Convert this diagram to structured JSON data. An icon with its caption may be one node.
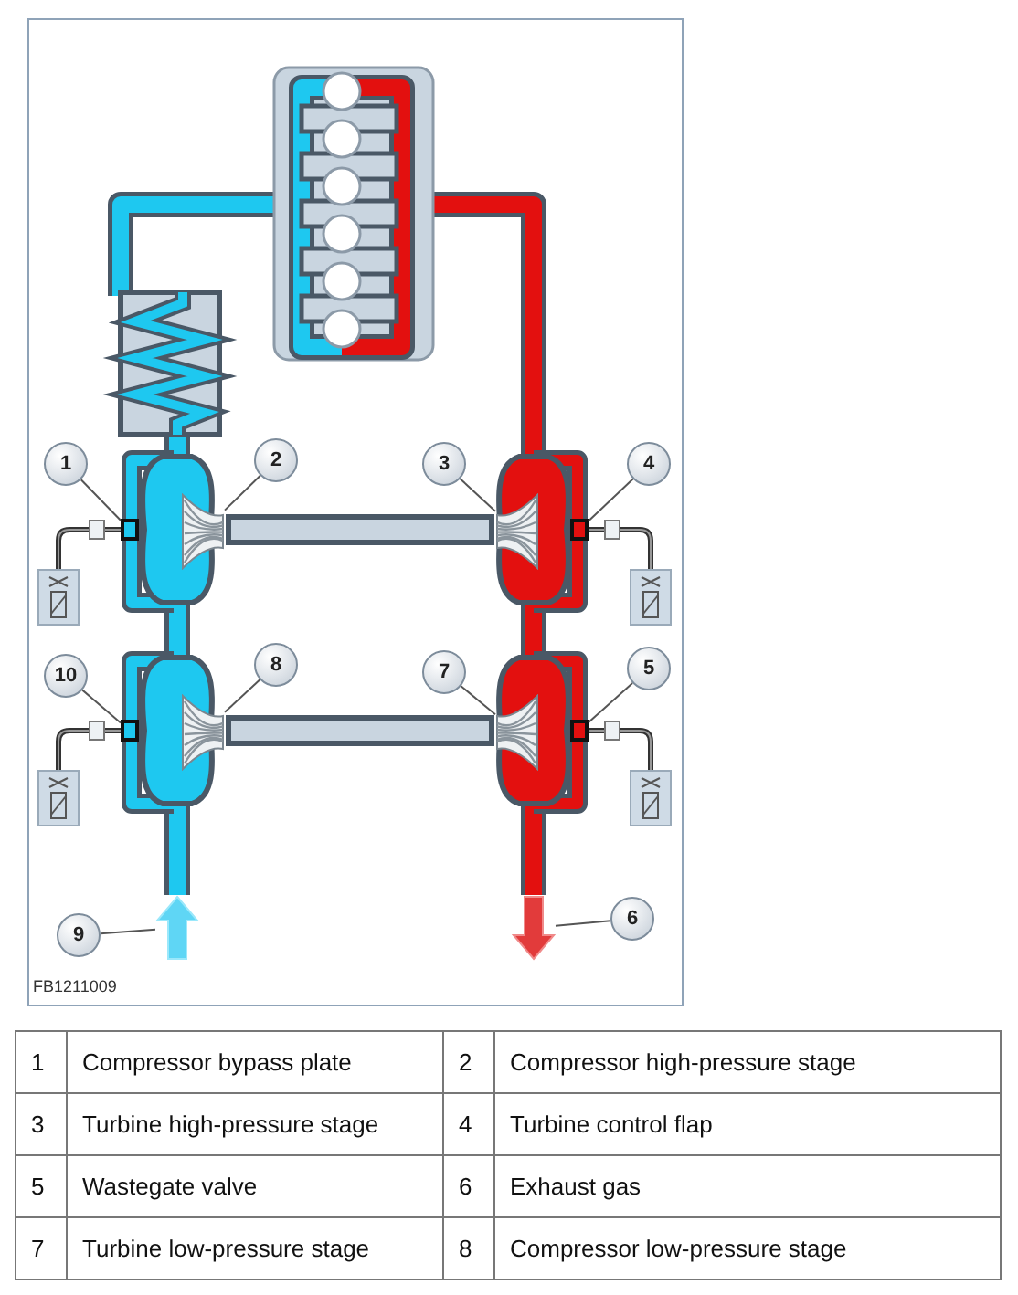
{
  "diagram": {
    "nodes": [
      {
        "text": [
          "1"
        ]
      },
      {
        "text": [
          "2"
        ]
      },
      {
        "text": [
          "3"
        ]
      },
      {
        "text": [
          "4"
        ]
      },
      {
        "text": [
          "10"
        ]
      },
      {
        "text": [
          "8"
        ]
      },
      {
        "text": [
          "7"
        ]
      },
      {
        "text": [
          "5"
        ]
      },
      {
        "text": [
          "9"
        ]
      },
      {
        "text": [
          "6"
        ]
      },
      {
        "text": [],
        "shape": "box"
      },
      {
        "text": [],
        "shape": "picture"
      },
      {
        "text": [],
        "shape": "picture"
      },
      {
        "text": [],
        "shape": "box"
      },
      {
        "text": [],
        "shape": "box"
      },
      {
        "text": [],
        "shape": "picture"
      },
      {
        "text": [],
        "shape": "picture"
      },
      {
        "text": [],
        "shape": "box"
      },
      {
        "text": [],
        "shape": "arrow"
      },
      {
        "text": [],
        "shape": "arrow"
      }
    ],
    "edges": [
      {
        "from": 0,
        "to": 10,
        "arrow": "none"
      },
      {
        "from": 1,
        "to": 11,
        "arrow": "none"
      },
      {
        "from": 2,
        "to": 12,
        "arrow": "none"
      },
      {
        "from": 3,
        "to": 13,
        "arrow": "none"
      },
      {
        "from": 4,
        "to": 14,
        "arrow": "none"
      },
      {
        "from": 5,
        "to": 15,
        "arrow": "none"
      },
      {
        "from": 6,
        "to": 16,
        "arrow": "none"
      },
      {
        "from": 7,
        "to": 17,
        "arrow": "none"
      },
      {
        "from": 8,
        "to": 18,
        "arrow": "none"
      },
      {
        "from": 9,
        "to": 19,
        "arrow": "none"
      }
    ],
    "labels": [
      "FB1211009",
      "1",
      "Compressor bypass plate",
      "2",
      "Compressor high-pressure stage",
      "3",
      "Turbine high-pressure stage",
      "4",
      "Turbine control flap",
      "5",
      "Wastegate valve",
      "6",
      "Exhaust gas",
      "7",
      "Turbine low-pressure stage",
      "8",
      "Compressor low-pressure stage"
    ]
  }
}
